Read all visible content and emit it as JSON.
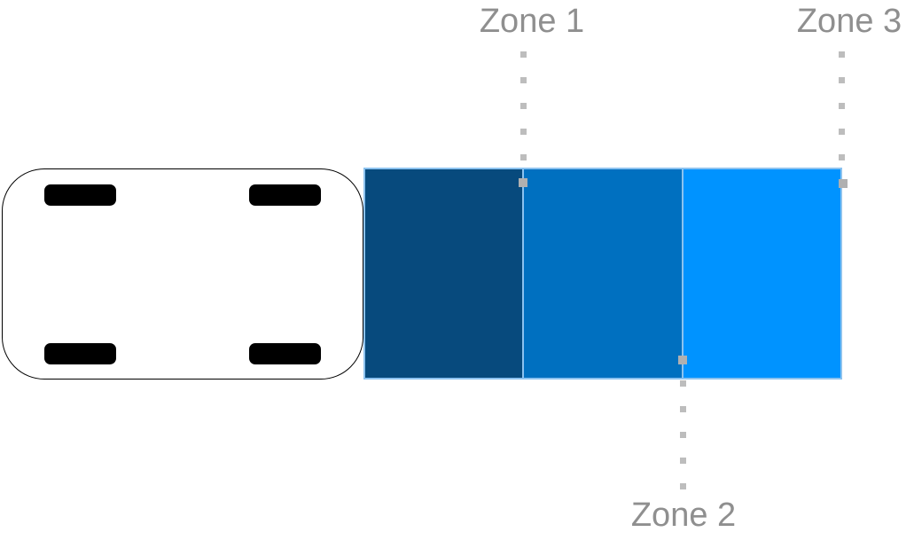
{
  "diagram": {
    "title_hint": "vehicle-side-detection-zones",
    "background_color": "#ffffff",
    "vehicle": {
      "body_fill": "#ffffff",
      "body_stroke": "#000000",
      "wheel_fill": "#000000",
      "wheel_count": 4
    },
    "zones": {
      "border_color": "#8CC2EF",
      "regions": [
        {
          "name": "zone-region-near",
          "fill": "#074A7D"
        },
        {
          "name": "zone-region-mid",
          "fill": "#0070C0"
        },
        {
          "name": "zone-region-far",
          "fill": "#0093FF"
        }
      ]
    },
    "labels": {
      "zone1": "Zone 1",
      "zone2": "Zone 2",
      "zone3": "Zone 3",
      "text_color": "#8f8f8f"
    },
    "leader_lines": {
      "dot_color": "#bdbdbd",
      "marker_color": "#b0b0b0"
    }
  }
}
